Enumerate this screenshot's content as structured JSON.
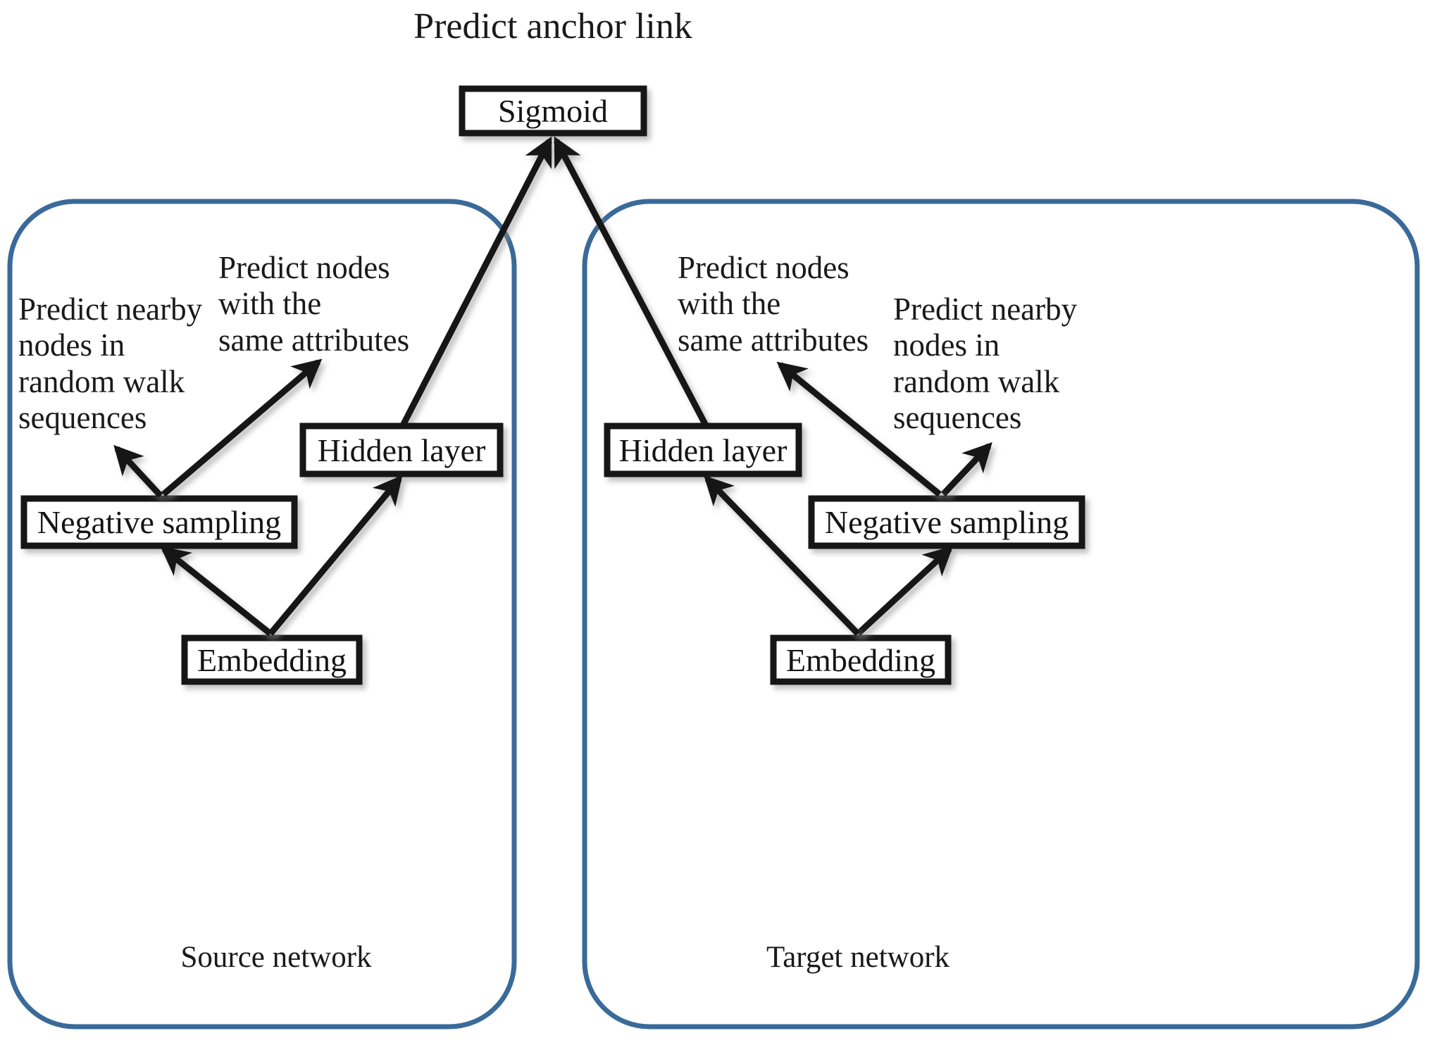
{
  "diagram": {
    "title": "Predict anchor link",
    "accent_color": "#3A6A99",
    "line_color": "#141414",
    "background": "#FFFFFF",
    "output_node": {
      "label": "Sigmoid"
    },
    "panels": [
      {
        "id": "source",
        "caption": "Source network",
        "side": "left",
        "nodes": [
          {
            "id": "embedding",
            "label": "Embedding"
          },
          {
            "id": "negative-sampling",
            "label": "Negative sampling"
          },
          {
            "id": "hidden-layer",
            "label": "Hidden layer"
          }
        ],
        "annotations": [
          {
            "id": "nearby-nodes",
            "label": "Predict nearby\nnodes in\nrandom walk\nsequences"
          },
          {
            "id": "same-attributes",
            "label": "Predict nodes\nwith the\nsame attributes"
          }
        ]
      },
      {
        "id": "target",
        "caption": "Target network",
        "side": "right",
        "nodes": [
          {
            "id": "embedding",
            "label": "Embedding"
          },
          {
            "id": "negative-sampling",
            "label": "Negative sampling"
          },
          {
            "id": "hidden-layer",
            "label": "Hidden layer"
          }
        ],
        "annotations": [
          {
            "id": "same-attributes",
            "label": "Predict nodes\nwith the\nsame attributes"
          },
          {
            "id": "nearby-nodes",
            "label": "Predict nearby\nnodes in\nrandom walk\nsequences"
          }
        ]
      }
    ],
    "edges": [
      {
        "from": "sigmoid",
        "to": "predict-anchor-link",
        "arrow": true
      },
      {
        "from": "source.hidden-layer",
        "to": "sigmoid",
        "arrow": true
      },
      {
        "from": "target.hidden-layer",
        "to": "sigmoid",
        "arrow": true
      },
      {
        "from": "source.embedding",
        "to": "source.negative-sampling",
        "arrow": true
      },
      {
        "from": "source.embedding",
        "to": "source.hidden-layer",
        "arrow": true
      },
      {
        "from": "source.negative-sampling",
        "to": "source.nearby-nodes",
        "arrow": true
      },
      {
        "from": "source.negative-sampling",
        "to": "source.same-attributes",
        "arrow": true
      },
      {
        "from": "target.embedding",
        "to": "target.negative-sampling",
        "arrow": true
      },
      {
        "from": "target.embedding",
        "to": "target.hidden-layer",
        "arrow": true
      },
      {
        "from": "target.negative-sampling",
        "to": "target.nearby-nodes",
        "arrow": true
      },
      {
        "from": "target.negative-sampling",
        "to": "target.same-attributes",
        "arrow": true
      }
    ]
  }
}
